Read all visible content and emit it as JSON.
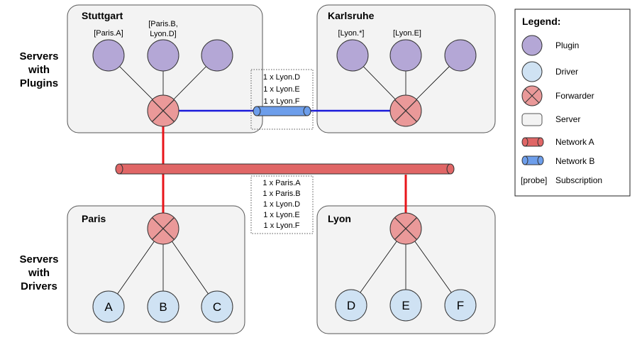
{
  "sections": {
    "plugins": [
      "Servers",
      "with",
      "Plugins"
    ],
    "drivers": [
      "Servers",
      "with",
      "Drivers"
    ]
  },
  "servers": {
    "stuttgart": {
      "name": "Stuttgart",
      "subs": [
        "[Paris.A]",
        "[Paris.B,",
        "Lyon.D]"
      ]
    },
    "karlsruhe": {
      "name": "Karlsruhe",
      "subs": [
        "[Lyon.*]",
        "[Lyon.E]"
      ]
    },
    "paris": {
      "name": "Paris",
      "drivers": [
        "A",
        "B",
        "C"
      ]
    },
    "lyon": {
      "name": "Lyon",
      "drivers": [
        "D",
        "E",
        "F"
      ]
    }
  },
  "messages": {
    "networkB": [
      "1 x Lyon.D",
      "1 x Lyon.E",
      "1 x Lyon.F"
    ],
    "networkA": [
      "1 x Paris.A",
      "1 x Paris.B",
      "1 x Lyon.D",
      "1 x Lyon.E",
      "1 x Lyon.F"
    ]
  },
  "legend": {
    "title": "Legend:",
    "items": [
      "Plugin",
      "Driver",
      "Forwarder",
      "Server",
      "Network A",
      "Network B",
      "Subscription"
    ],
    "probe": "[probe]"
  },
  "colors": {
    "plugin": "#b4a7d6",
    "driver": "#cfe2f3",
    "forwarder": "#ea9999",
    "server": "#f3f3f3",
    "networkA": "#e06666",
    "networkB": "#6d9eeb",
    "lineA": "#e8141a",
    "lineB": "#1a1adb"
  }
}
